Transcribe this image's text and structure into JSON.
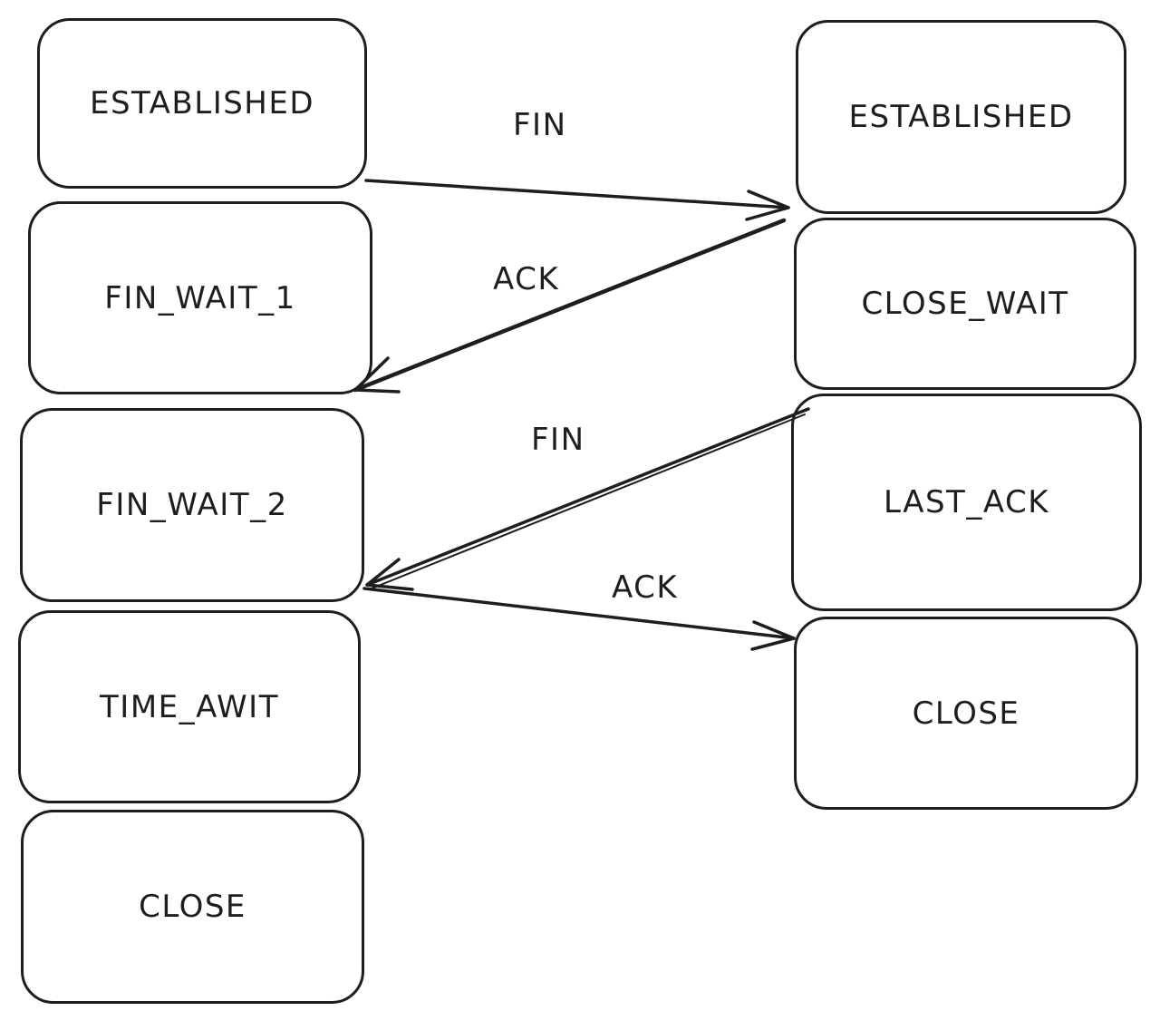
{
  "client_states": [
    {
      "label": "ESTABLISHED"
    },
    {
      "label": "FIN_WAIT_1"
    },
    {
      "label": "FIN_WAIT_2"
    },
    {
      "label": "TIME_AWIT"
    },
    {
      "label": "CLOSE"
    }
  ],
  "server_states": [
    {
      "label": "ESTABLISHED"
    },
    {
      "label": "CLOSE_WAIT"
    },
    {
      "label": "LAST_ACK"
    },
    {
      "label": "CLOSE"
    }
  ],
  "messages": [
    {
      "label": "FIN",
      "from": "client.ESTABLISHED",
      "to": "server.ESTABLISHED"
    },
    {
      "label": "ACK",
      "from": "server.CLOSE_WAIT",
      "to": "client.FIN_WAIT_1"
    },
    {
      "label": "FIN",
      "from": "server.LAST_ACK",
      "to": "client.FIN_WAIT_2"
    },
    {
      "label": "ACK",
      "from": "client.FIN_WAIT_2",
      "to": "server.CLOSE"
    }
  ],
  "colors": {
    "stroke": "#1e1e1e",
    "background": "#ffffff"
  }
}
